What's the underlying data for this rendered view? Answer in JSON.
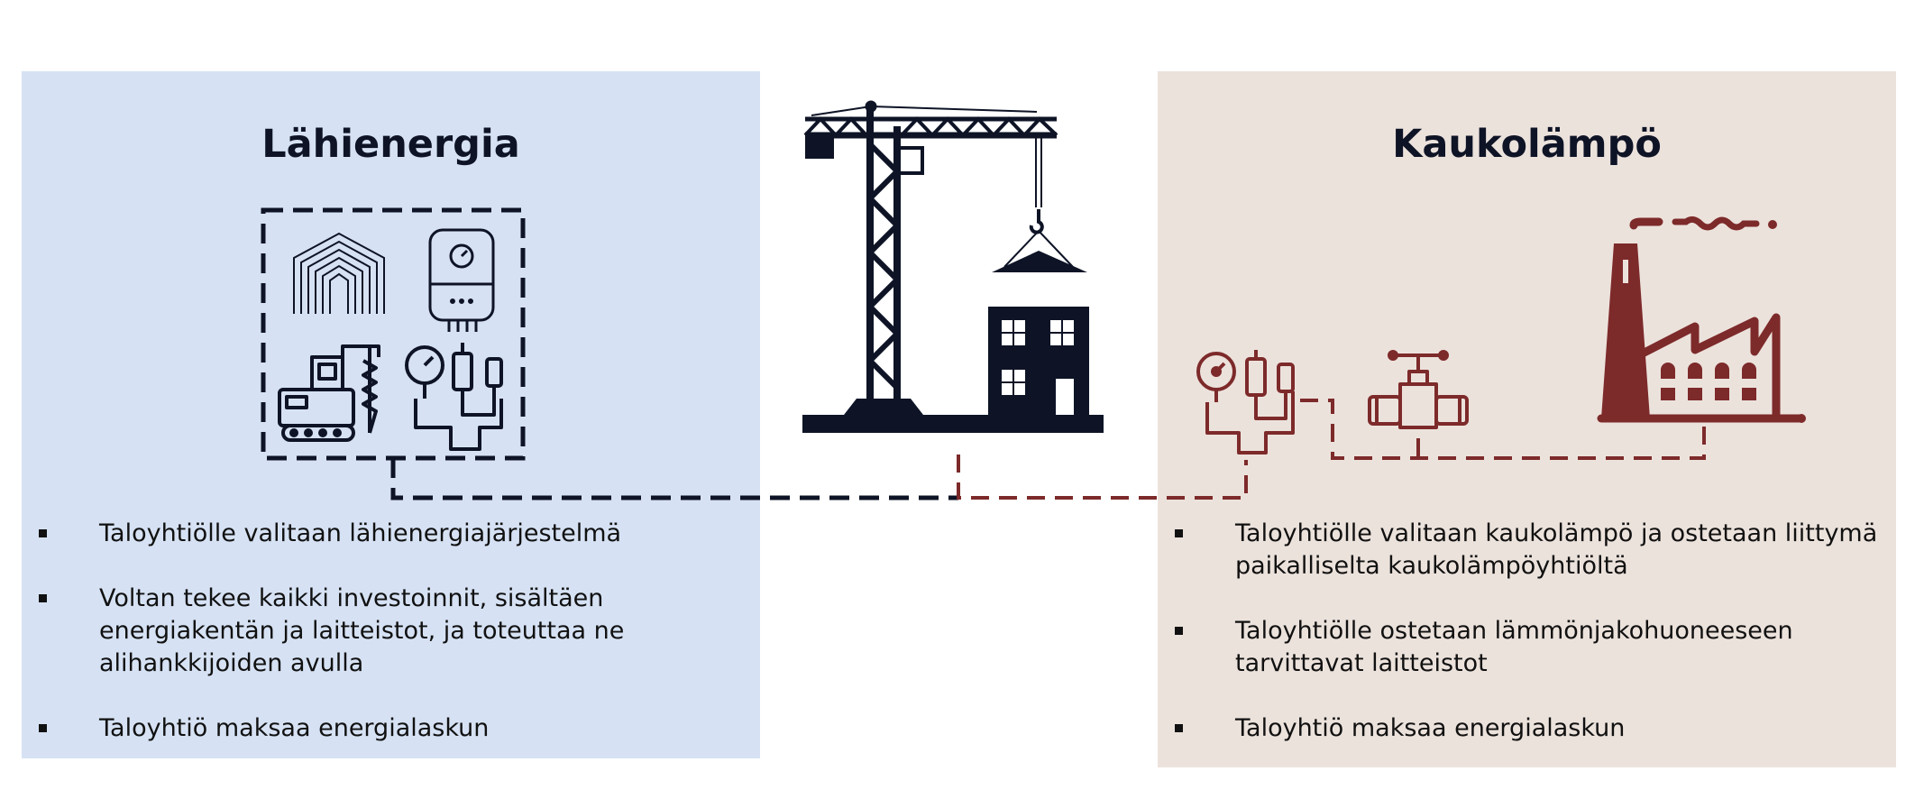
{
  "left": {
    "title": "Lähienergia",
    "bullets": [
      "Taloyhtiölle valitaan lähienergiajärjestelmä",
      "Voltan tekee kaikki investoinnit, sisältäen\nenergiakentän ja laitteistot, ja toteuttaa ne\nalihankkijoiden avulla",
      "Taloyhtiö maksaa energialaskun"
    ]
  },
  "right": {
    "title": "Kaukolämpö",
    "bullets": [
      "Taloyhtiölle valitaan kaukolämpö ja ostetaan liittymä\npaikalliselta kaukolämpöyhtiöltä",
      "Taloyhtiölle ostetaan lämmönjakohuoneeseen\ntarvittavat laitteistot",
      "Taloyhtiö maksaa energialaskun"
    ]
  },
  "colors": {
    "navy": "#0e1426",
    "maroon": "#7d2a2a",
    "left_bg": "#d6e2f4",
    "right_bg": "#ece2dc"
  },
  "icons": {
    "left_group": [
      "solar-panel-icon",
      "boiler-icon",
      "drilling-rig-icon",
      "heat-pump-station-icon"
    ],
    "center": [
      "tower-crane-icon",
      "building-icon"
    ],
    "right_group": [
      "heat-exchanger-icon",
      "valve-icon",
      "power-plant-icon"
    ]
  }
}
